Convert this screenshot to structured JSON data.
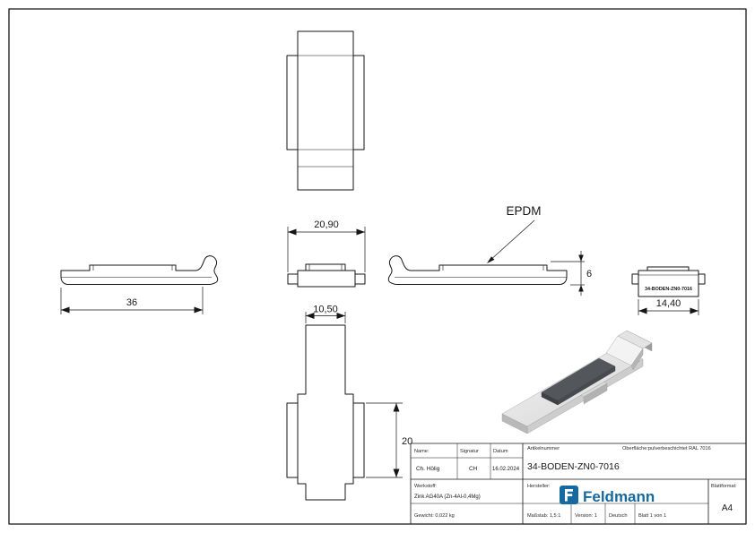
{
  "drawing": {
    "dims": {
      "top_width": "20,90",
      "overall_length": "36",
      "pad_width": "10,50",
      "tab_length": "20",
      "end_width": "14,40",
      "height": "6"
    },
    "callouts": {
      "epdm": "EPDM"
    },
    "part_marking": "34-BODEN-ZN0-7016"
  },
  "title_block": {
    "name": {
      "label": "Name:",
      "value": "Ch. Hölig"
    },
    "signature": {
      "label": "Signatur",
      "value": "CH"
    },
    "date": {
      "label": "Datum",
      "value": "16.02.2024"
    },
    "article": {
      "label": "Artikelnummer",
      "value": "34-BODEN-ZN0-7016"
    },
    "surface": {
      "label": "Oberfläche:",
      "value": "pulverbeschichtet RAL 7016"
    },
    "material": {
      "label": "Werkstoff:",
      "value": "Zink AG40A (Zn-4Al-0,4Mg)"
    },
    "manufacturer": {
      "label": "Hersteller:",
      "brand": "Feldmann"
    },
    "sheet_format": {
      "label": "Blattformat:",
      "value": "A4"
    },
    "weight": "Gewicht: 0,022 kg",
    "scale": "Maßstab: 1,5:1",
    "version": "Version: 1",
    "language": "Deutsch",
    "sheet": "Blatt 1 von 1"
  },
  "colors": {
    "line": "#161616",
    "brand_blue": "#16699f",
    "pad_anthracite": "#53575b",
    "body_gray": "#d9d9d9"
  }
}
